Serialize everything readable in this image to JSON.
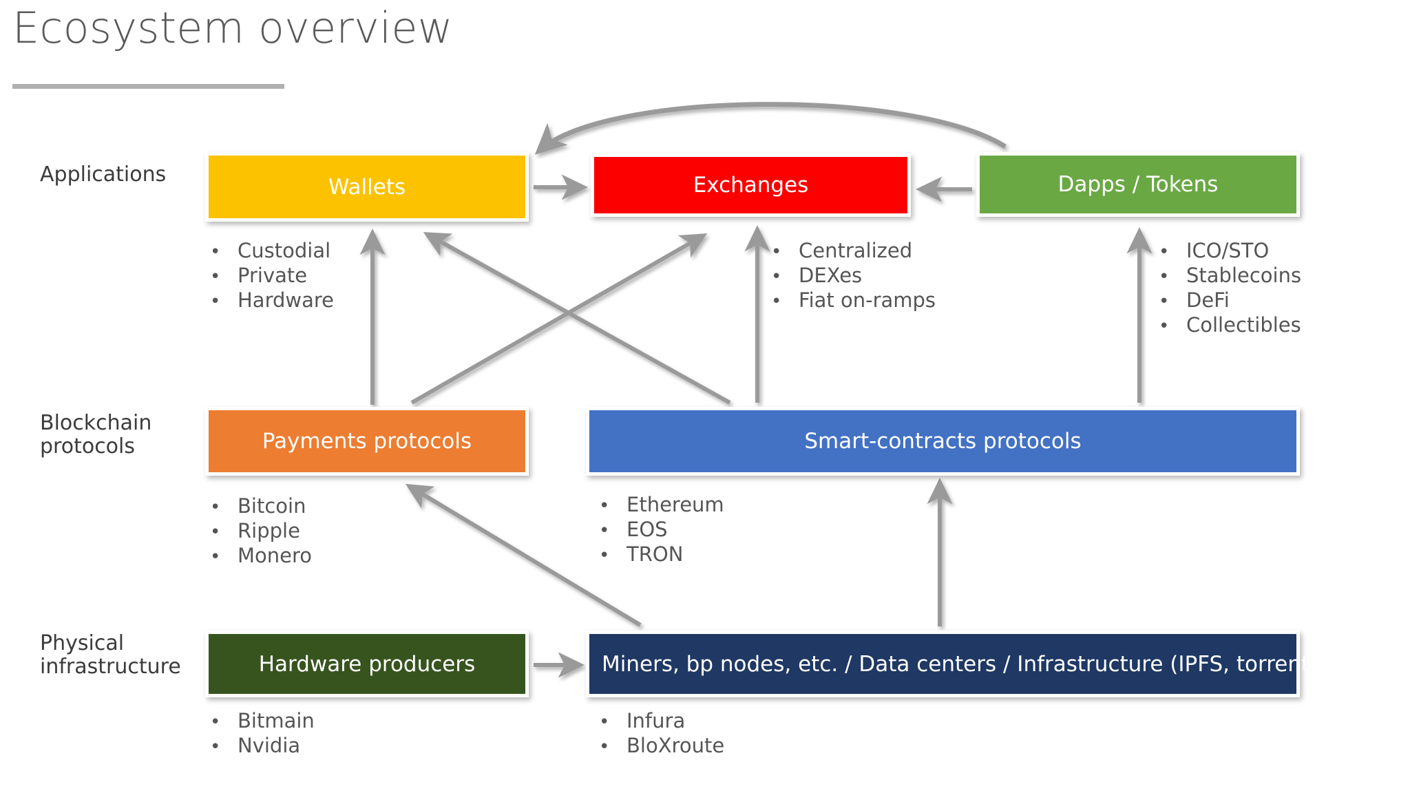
{
  "slide": {
    "title": "Ecosystem overview",
    "row_labels": {
      "applications": "Applications",
      "blockchain": "Blockchain\nprotocols",
      "physical": "Physical\ninfrastructure"
    }
  },
  "nodes": {
    "wallets": {
      "label": "Wallets",
      "color": "#fcc200"
    },
    "exchanges": {
      "label": "Exchanges",
      "color": "#fc0000"
    },
    "dapps": {
      "label": "Dapps / Tokens",
      "color": "#6aa844"
    },
    "payments": {
      "label": "Payments protocols",
      "color": "#ed7d31"
    },
    "smart": {
      "label": "Smart-contracts protocols",
      "color": "#4372c4"
    },
    "hardware": {
      "label": "Hardware producers",
      "color": "#37541f"
    },
    "miners": {
      "label": "Miners, bp nodes, etc. / Data centers / Infrastructure (IPFS, torrents)",
      "color": "#1f3864"
    }
  },
  "bullets": {
    "wallets": [
      "Custodial",
      "Private",
      "Hardware"
    ],
    "exchanges": [
      "Centralized",
      "DEXes",
      "Fiat on-ramps"
    ],
    "dapps": [
      "ICO/STO",
      "Stablecoins",
      "DeFi",
      "Collectibles"
    ],
    "payments": [
      "Bitcoin",
      "Ripple",
      "Monero"
    ],
    "smart": [
      "Ethereum",
      "EOS",
      "TRON"
    ],
    "hardware": [
      "Bitmain",
      "Nvidia"
    ],
    "miners": [
      "Infura",
      "BloXroute"
    ]
  },
  "bullet_marker": "•",
  "arrows": {
    "color": "#9a9a9a",
    "connections": [
      {
        "from": "wallets",
        "to": "exchanges",
        "style": "straight-right"
      },
      {
        "from": "dapps",
        "to": "exchanges",
        "style": "straight-left"
      },
      {
        "from": "dapps",
        "to": "wallets",
        "style": "curved-over-top"
      },
      {
        "from": "payments",
        "to": "wallets",
        "style": "vertical-up"
      },
      {
        "from": "payments",
        "to": "exchanges",
        "style": "diagonal-up-right"
      },
      {
        "from": "smart",
        "to": "wallets",
        "style": "diagonal-up-left"
      },
      {
        "from": "smart",
        "to": "exchanges",
        "style": "vertical-up"
      },
      {
        "from": "smart",
        "to": "dapps",
        "style": "vertical-up"
      },
      {
        "from": "hardware",
        "to": "miners",
        "style": "straight-right"
      },
      {
        "from": "miners",
        "to": "payments",
        "style": "diagonal-up-left"
      },
      {
        "from": "miners",
        "to": "smart",
        "style": "vertical-up"
      }
    ]
  },
  "theme": {
    "title_color": "#595959",
    "rule_color": "#b0b0b0",
    "text_color": "#555555",
    "background": "#ffffff"
  }
}
